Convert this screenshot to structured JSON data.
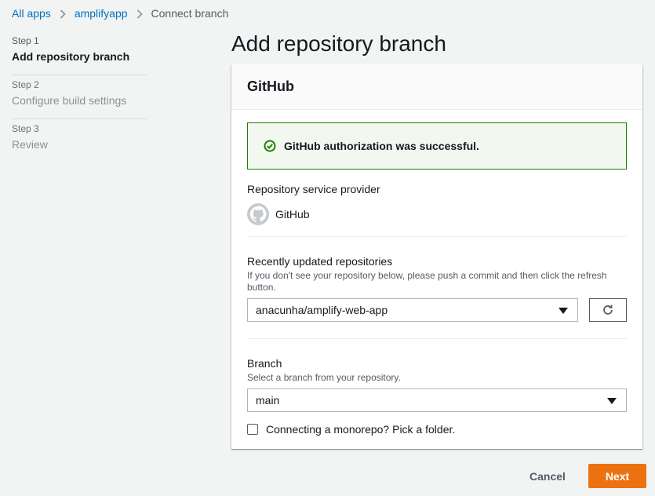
{
  "breadcrumb": {
    "items": [
      {
        "label": "All apps"
      },
      {
        "label": "amplifyapp"
      },
      {
        "label": "Connect branch"
      }
    ]
  },
  "steps": [
    {
      "number": "Step 1",
      "title": "Add repository branch",
      "active": true
    },
    {
      "number": "Step 2",
      "title": "Configure build settings",
      "active": false
    },
    {
      "number": "Step 3",
      "title": "Review",
      "active": false
    }
  ],
  "page": {
    "title": "Add repository branch"
  },
  "panel": {
    "header": "GitHub",
    "alert": {
      "message": "GitHub authorization was successful.",
      "status_color": "#1d8102",
      "icon": "check-circle-icon"
    },
    "provider": {
      "label": "Repository service provider",
      "value": "GitHub",
      "icon": "github-icon"
    },
    "repositories": {
      "label": "Recently updated repositories",
      "description": "If you don't see your repository below, please push a commit and then click the refresh button.",
      "selected": "anacunha/amplify-web-app",
      "refresh_icon": "refresh-icon"
    },
    "branch": {
      "label": "Branch",
      "description": "Select a branch from your repository.",
      "selected": "main"
    },
    "monorepo": {
      "label": "Connecting a monorepo? Pick a folder.",
      "checked": false
    }
  },
  "footer": {
    "cancel_label": "Cancel",
    "next_label": "Next"
  },
  "colors": {
    "link": "#0073bb",
    "primary_button": "#ec7211",
    "success": "#1d8102"
  }
}
